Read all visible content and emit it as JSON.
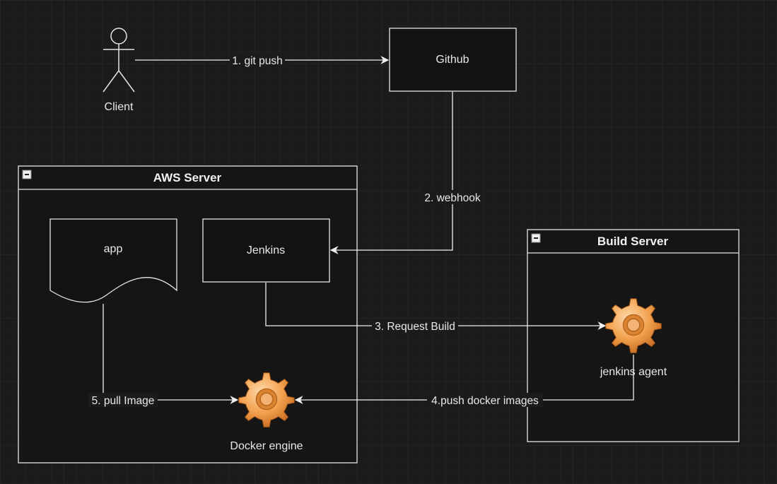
{
  "nodes": {
    "client": {
      "label": "Client"
    },
    "github": {
      "label": "Github"
    },
    "aws_server": {
      "title": "AWS Server"
    },
    "app": {
      "label": "app"
    },
    "jenkins": {
      "label": "Jenkins"
    },
    "docker_engine": {
      "label": "Docker engine",
      "icon": "gear-icon"
    },
    "build_server": {
      "title": "Build Server"
    },
    "jenkins_agent": {
      "label": "jenkins agent",
      "icon": "gear-icon"
    }
  },
  "edges": {
    "git_push": {
      "label": "1. git push",
      "from": "client",
      "to": "github"
    },
    "webhook": {
      "label": "2. webhook",
      "from": "github",
      "to": "jenkins"
    },
    "request_build": {
      "label": "3. Request Build",
      "from": "jenkins",
      "to": "jenkins_agent"
    },
    "push_images": {
      "label": "4.push docker images",
      "from": "jenkins_agent",
      "to": "docker_engine"
    },
    "pull_image": {
      "label": "5. pull Image",
      "from": "app",
      "to": "docker_engine"
    }
  },
  "colors": {
    "background": "#1b1b1b",
    "line": "#f0f0f0",
    "gear": "#f0a050"
  }
}
